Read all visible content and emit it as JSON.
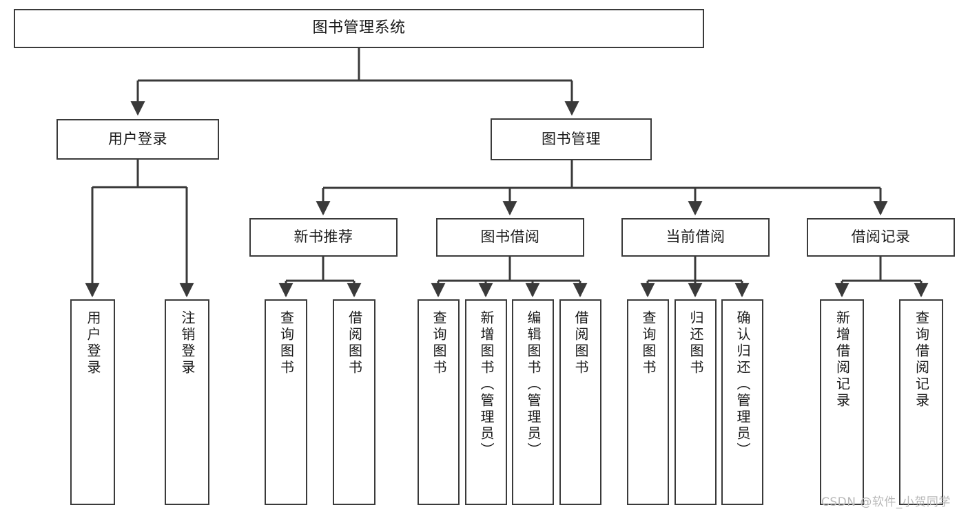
{
  "diagram": {
    "title": "图书管理系统",
    "root": {
      "id": "root",
      "label": "图书管理系统"
    },
    "level1": [
      {
        "id": "user-login",
        "label": "用户登录"
      },
      {
        "id": "book-management",
        "label": "图书管理"
      }
    ],
    "level2": [
      {
        "id": "new-book-recommend",
        "label": "新书推荐"
      },
      {
        "id": "book-borrow",
        "label": "图书借阅"
      },
      {
        "id": "current-borrow",
        "label": "当前借阅"
      },
      {
        "id": "borrow-record",
        "label": "借阅记录"
      }
    ],
    "leaves": [
      {
        "id": "leaf-user-login",
        "label": "用户登录",
        "parent": "user-login"
      },
      {
        "id": "leaf-logout-login",
        "label": "注销登录",
        "parent": "user-login"
      },
      {
        "id": "leaf-query-book-1",
        "label": "查询图书",
        "parent": "new-book-recommend"
      },
      {
        "id": "leaf-borrow-book-1",
        "label": "借阅图书",
        "parent": "new-book-recommend"
      },
      {
        "id": "leaf-query-book-2",
        "label": "查询图书",
        "parent": "book-borrow"
      },
      {
        "id": "leaf-add-book",
        "label": "新增图书（管理员）",
        "parent": "book-borrow"
      },
      {
        "id": "leaf-edit-book",
        "label": "编辑图书（管理员）",
        "parent": "book-borrow"
      },
      {
        "id": "leaf-borrow-book-2",
        "label": "借阅图书",
        "parent": "book-borrow"
      },
      {
        "id": "leaf-query-book-3",
        "label": "查询图书",
        "parent": "current-borrow"
      },
      {
        "id": "leaf-return-book",
        "label": "归还图书",
        "parent": "current-borrow"
      },
      {
        "id": "leaf-confirm-return",
        "label": "确认归还（管理员）",
        "parent": "current-borrow"
      },
      {
        "id": "leaf-add-record",
        "label": "新增借阅记录",
        "parent": "borrow-record"
      },
      {
        "id": "leaf-query-record",
        "label": "查询借阅记录",
        "parent": "borrow-record"
      }
    ],
    "watermark": "CSDN @软件_小贺同学",
    "colors": {
      "stroke": "#3a3a3a",
      "fill": "#ffffff",
      "text": "#1a1a1a",
      "watermark": "#b9b9b9"
    }
  }
}
